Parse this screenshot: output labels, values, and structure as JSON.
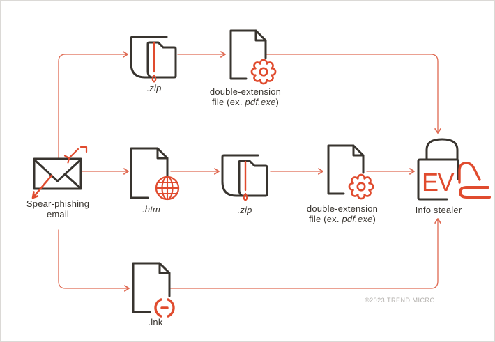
{
  "diagram_type": "attack-flow",
  "colors": {
    "ink": "#38342f",
    "accent_red": "#e04b2e",
    "wire_red": "#df6951",
    "muted_gray": "#b2afab",
    "background": "#ffffff"
  },
  "nodes": {
    "email": {
      "icon": "envelope-icon",
      "line1": "Spear-phishing",
      "line2": "email"
    },
    "zip_top": {
      "icon": "zip-folder-drip-icon",
      "label": ".zip"
    },
    "double_ext_top": {
      "icon": "document-gear-icon",
      "line1": "double-extension",
      "line2_pre": "file (ex. ",
      "line2_em": "pdf.exe",
      "line2_post": ")"
    },
    "htm": {
      "icon": "document-globe-icon",
      "label": ".htm"
    },
    "zip_mid": {
      "icon": "zip-folder-drip-icon",
      "label": ".zip"
    },
    "double_ext_mid": {
      "icon": "document-gear-icon",
      "line1": "double-extension",
      "line2_pre": "file (ex. ",
      "line2_em": "pdf.exe",
      "line2_post": ")"
    },
    "lnk": {
      "icon": "document-link-icon",
      "label": ".lnk"
    },
    "info_stealer": {
      "icon": "padlock-hook-icon",
      "label": "Info stealer",
      "badge": "EV"
    }
  },
  "edges": [
    {
      "from": "email",
      "to": "zip_top"
    },
    {
      "from": "zip_top",
      "to": "double_ext_top"
    },
    {
      "from": "double_ext_top",
      "to": "info_stealer"
    },
    {
      "from": "email",
      "to": "htm"
    },
    {
      "from": "htm",
      "to": "zip_mid"
    },
    {
      "from": "zip_mid",
      "to": "double_ext_mid"
    },
    {
      "from": "double_ext_mid",
      "to": "info_stealer"
    },
    {
      "from": "email",
      "to": "lnk"
    },
    {
      "from": "lnk",
      "to": "info_stealer"
    }
  ],
  "footer": {
    "copyright": "©2023 TREND MICRO"
  }
}
